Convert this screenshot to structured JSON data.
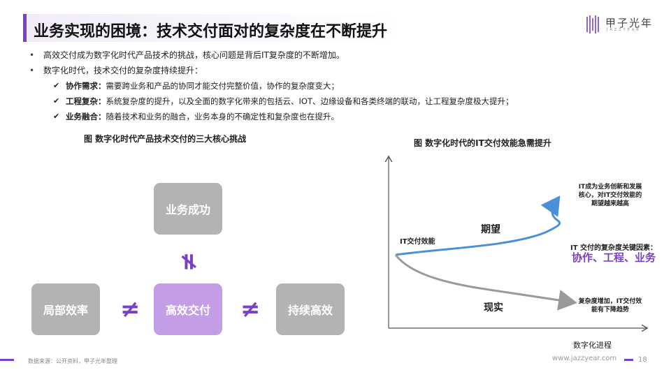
{
  "header": {
    "title": "业务实现的困境：技术交付面对的复杂度在不断提升",
    "logo_text": "甲子光年",
    "logo_sub": "JAZZYEAR"
  },
  "bullets": [
    "高效交付成为数字化时代产品技术的挑战，核心问题是背后IT复杂度的不断增加。",
    "数字化时代，技术交付的复杂度持续提升："
  ],
  "sub_bullets": [
    {
      "lead": "协作需求：",
      "text": "需要跨业务和产品的协同才能交付完整价值，协作的复杂度变大；"
    },
    {
      "lead": "工程复杂：",
      "text": "系统复杂度的提升，以及全面的数字化带来的包括云、IOT、边缘设备和各类终端的联动，让工程复杂度极大提升；"
    },
    {
      "lead": "业务融合：",
      "text": "随着技术和业务的融合，业务本身的不确定性和复杂度也在提升。"
    }
  ],
  "diagram": {
    "caption": "图 数字化时代产品技术交付的三大核心挑战",
    "top": "业务成功",
    "left": "局部效率",
    "center": "高效交付",
    "right": "持续高效",
    "symbol": "≠"
  },
  "chart": {
    "caption": "图 数字化时代的IT交付效能急需提升",
    "start_label": "IT交付效能",
    "expect_label": "期望",
    "reality_label": "现实",
    "top_note": [
      "IT成为业务创新和发展",
      "核心，对IT交付效能的",
      "期望越来越高"
    ],
    "factor_title": "IT 交付的复杂度关键因素：",
    "factor_value": "协作、工程、业务",
    "bottom_note": [
      "复杂度增加，IT交付效",
      "能有下降趋势"
    ],
    "xlabel": "数字化进程"
  },
  "colors": {
    "accent": "#7a3fc7",
    "box_gray": "#b3b3b3",
    "box_highlight": "#c39ee6",
    "expect_line": "#4a90d9",
    "reality_line": "#9a9a9a"
  },
  "footer": {
    "source": "数据来源：公开资料，甲子光年整理",
    "url": "www.jazzyear.com",
    "page": "18"
  }
}
